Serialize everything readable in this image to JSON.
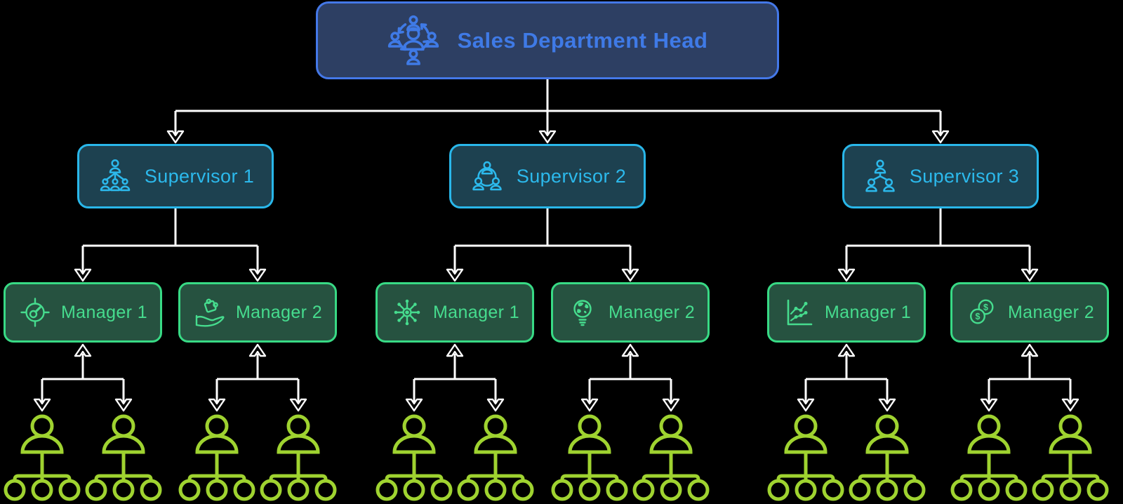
{
  "root": {
    "label": "Sales Department Head",
    "icon": "team-cycle-icon"
  },
  "supervisors": [
    {
      "label": "Supervisor 1",
      "icon": "leader-team-icon"
    },
    {
      "label": "Supervisor 2",
      "icon": "team-circle-icon"
    },
    {
      "label": "Supervisor 3",
      "icon": "org-branch-icon"
    }
  ],
  "managers": [
    {
      "label": "Manager 1",
      "icon": "target-gauge-icon",
      "reports_to": "Supervisor 1"
    },
    {
      "label": "Manager 2",
      "icon": "hand-puzzle-icon",
      "reports_to": "Supervisor 1"
    },
    {
      "label": "Manager 1",
      "icon": "network-hub-icon",
      "reports_to": "Supervisor 2"
    },
    {
      "label": "Manager 2",
      "icon": "bulb-globe-icon",
      "reports_to": "Supervisor 2"
    },
    {
      "label": "Manager 1",
      "icon": "line-chart-icon",
      "reports_to": "Supervisor 3"
    },
    {
      "label": "Manager 2",
      "icon": "coins-icon",
      "reports_to": "Supervisor 3"
    }
  ],
  "teams": {
    "per_manager": 2,
    "total": 12,
    "icon": "team-tree-icon"
  },
  "icons": {
    "coin_symbol": "$"
  },
  "colors": {
    "background": "#000000",
    "head_fill": "#2d3f63",
    "head_border": "#4478e8",
    "head_text": "#3f7ae6",
    "supervisor_fill": "#1d4150",
    "supervisor_border": "#29b7ea",
    "supervisor_text": "#2cb9ec",
    "manager_fill": "#265240",
    "manager_border": "#38da85",
    "manager_text": "#46dc8e",
    "team_icon": "#9fd330",
    "connector": "#ffffff"
  }
}
